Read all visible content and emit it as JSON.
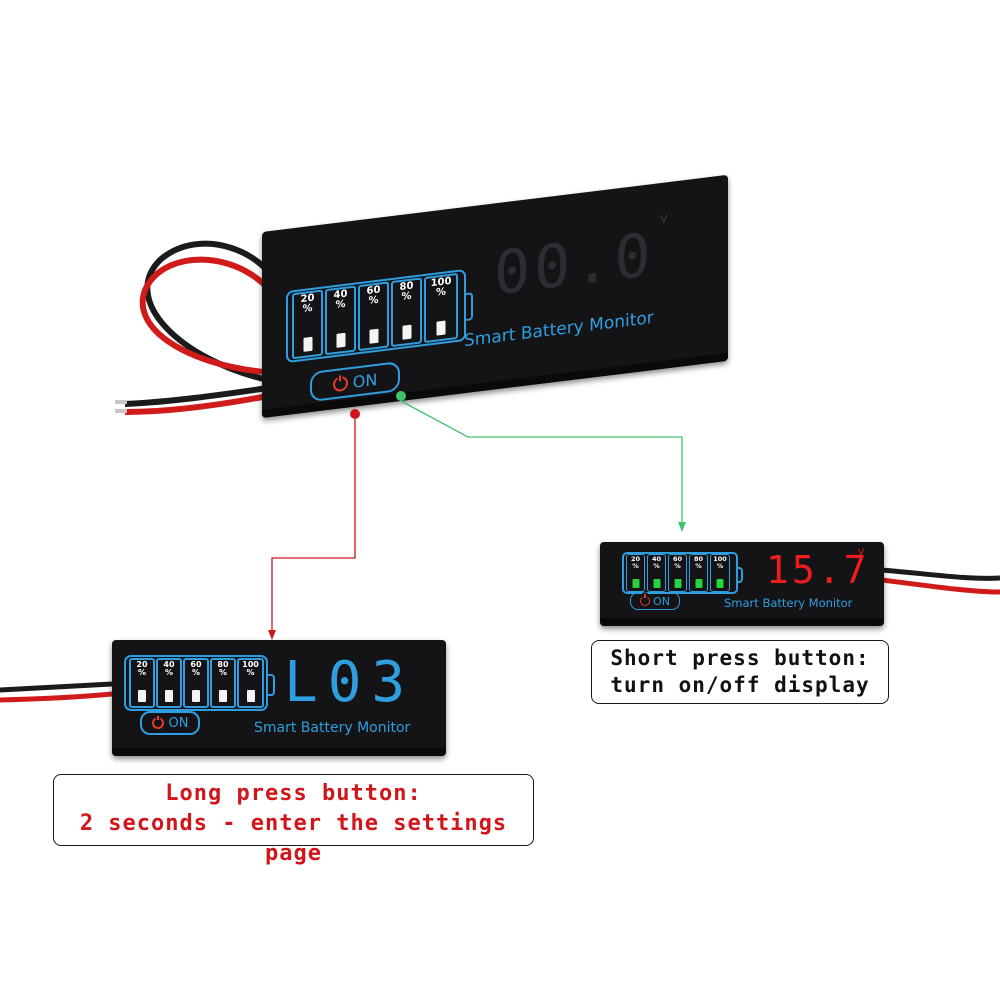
{
  "battery_levels": [
    "20",
    "40",
    "60",
    "80",
    "100"
  ],
  "percent_sign": "%",
  "on_label": "ON",
  "device_title": "Smart Battery Monitor",
  "voltage_unit": "V",
  "devices": {
    "top": {
      "readout": "00.0",
      "status": "idle"
    },
    "settings": {
      "readout": "L03",
      "status": "settings page"
    },
    "display_on": {
      "readout": "15.7",
      "status": "display on",
      "charge_level_percent": 100
    }
  },
  "callouts": {
    "long_press": {
      "line1": "Long press button:",
      "line2": "2 seconds - enter the settings page"
    },
    "short_press": {
      "line1": "Short press button:",
      "line2": "turn on/off display"
    }
  },
  "colors": {
    "accent_blue": "#2f9ee0",
    "ghost_digits": "#2c2c33",
    "readout_red": "#ee1c1c",
    "led_green": "#27d33c",
    "power_red": "#e23b2b",
    "long_press_arrow": "#d0161b",
    "short_press_arrow": "#3fc46a",
    "long_press_text": "#d0161b",
    "short_press_text": "#111111"
  },
  "icons": [
    "power-icon",
    "battery-icon"
  ]
}
